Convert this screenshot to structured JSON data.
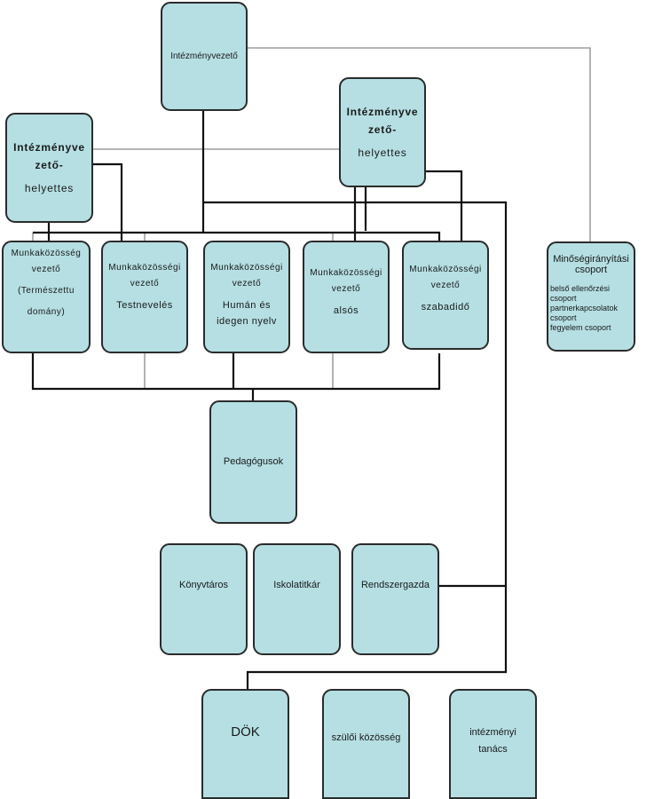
{
  "nodes": {
    "director": "Intézményvezető",
    "deputy_left": [
      "Intézményve",
      "zető-",
      "helyettes"
    ],
    "deputy_right": [
      "Intézményve",
      "zető-",
      "helyettes"
    ],
    "wg1": [
      "Munkaközösség",
      "vezető",
      "(Természettu",
      "domány)"
    ],
    "wg2": [
      "Munkaközösségi",
      "vezető",
      "Testnevelés"
    ],
    "wg3": [
      "Munkaközösségi",
      "vezető",
      "Humán és",
      "idegen nyelv"
    ],
    "wg4": [
      "Munkaközösségi",
      "vezető",
      "alsós"
    ],
    "wg5": [
      "Munkaközösségi",
      "vezető",
      "szabadidő"
    ],
    "quality": {
      "title": [
        "Minőségirányítási",
        "csoport"
      ],
      "items": [
        "belső ellenőrzési",
        "csoport",
        "partnerkapcsolatok",
        "csoport",
        "fegyelem csoport"
      ]
    },
    "teachers": "Pedagógusok",
    "librarian": "Könyvtáros",
    "secretary": "Iskolatitkár",
    "sysadmin": "Rendszergazda",
    "student_council": "DÖK",
    "parents": "szülői közösség",
    "board": [
      "intézményi",
      "tanács"
    ]
  }
}
